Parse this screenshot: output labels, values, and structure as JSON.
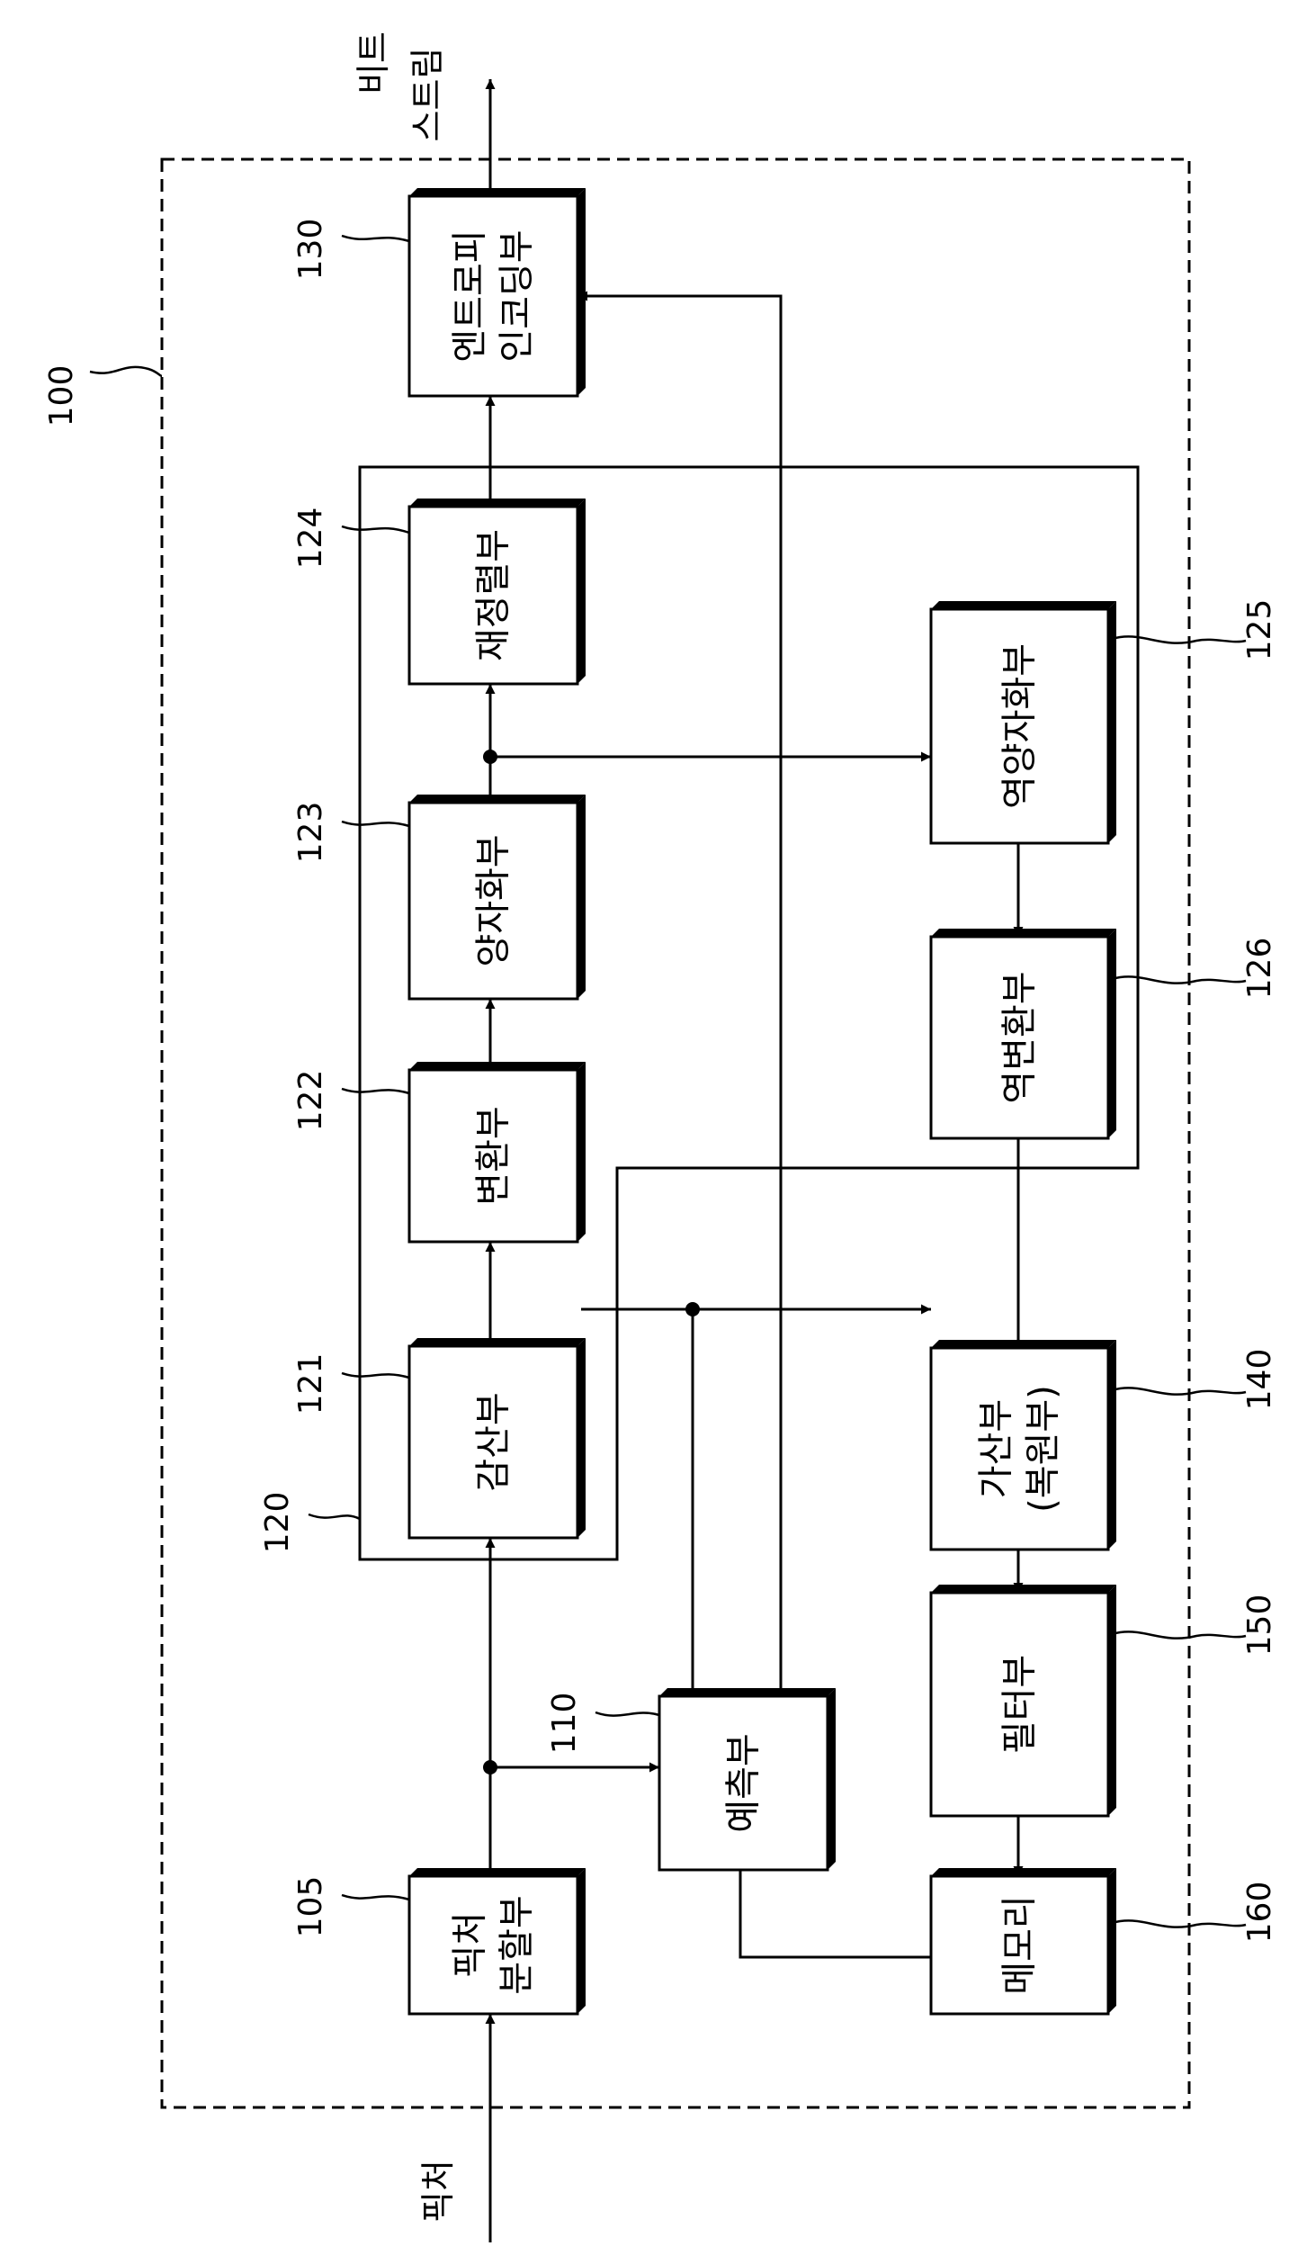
{
  "diagram": {
    "input_label": "픽처",
    "output_label": [
      "비트",
      "스트림"
    ],
    "numbers": {
      "n100": "100",
      "n105": "105",
      "n110": "110",
      "n120": "120",
      "n121": "121",
      "n122": "122",
      "n123": "123",
      "n124": "124",
      "n125": "125",
      "n126": "126",
      "n130": "130",
      "n140": "140",
      "n150": "150",
      "n160": "160"
    },
    "blocks": {
      "picture_split": [
        "픽처",
        "분할부"
      ],
      "prediction": [
        "예측부"
      ],
      "subtract": [
        "감산부"
      ],
      "transform": [
        "변환부"
      ],
      "quantize": [
        "양자화부"
      ],
      "rearrange": [
        "재정렬부"
      ],
      "entropy": [
        "엔트로피",
        "인코딩부"
      ],
      "dequantize": [
        "역양자화부"
      ],
      "inverse_transform": [
        "역변환부"
      ],
      "add": [
        "가산부",
        "(복원부)"
      ],
      "filter": [
        "필터부"
      ],
      "memory": [
        "메모리"
      ]
    }
  }
}
